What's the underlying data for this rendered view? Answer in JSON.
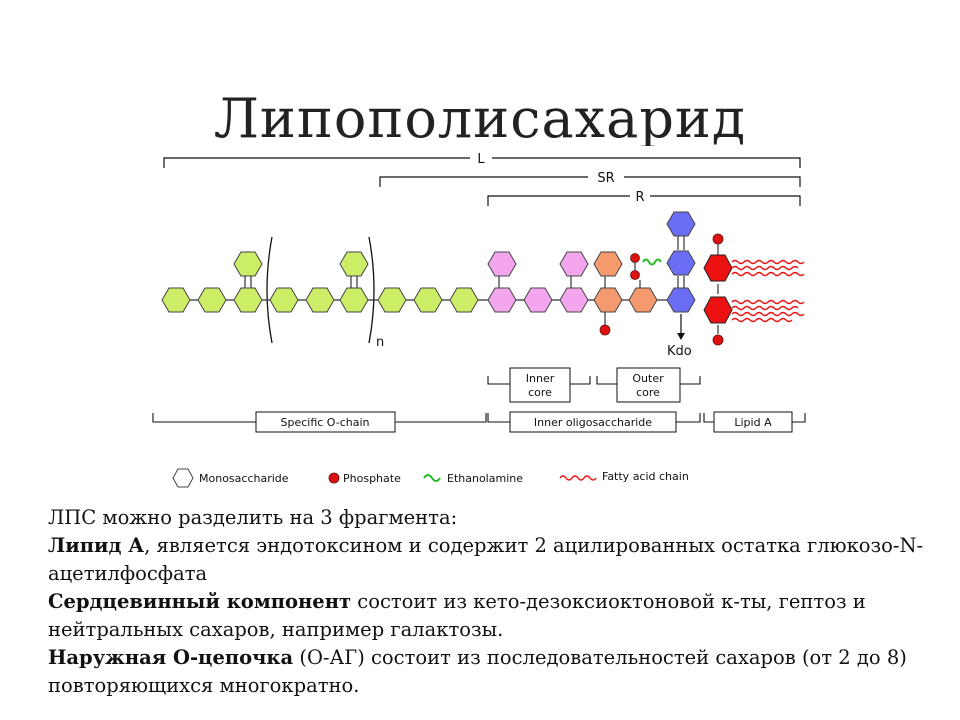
{
  "slide": {
    "title": "Липополисахарид"
  },
  "diagram": {
    "bracket_labels": {
      "L": "L",
      "SR": "SR",
      "R": "R"
    },
    "repeat_label": "n",
    "kdo_label": "Kdo",
    "core_boxes": {
      "inner": "Inner core",
      "outer": "Outer core"
    },
    "regions": {
      "o_chain": "Specific O-chain",
      "inner_oligo": "Inner oligosaccharide",
      "lipid_a": "Lipid A"
    },
    "legend": {
      "monosaccharide": "Monosaccharide",
      "phosphate": "Phosphate",
      "ethanolamine": "Ethanolamine",
      "fatty_acid": "Fatty acid chain"
    },
    "colors": {
      "o_chain_sugar": "#ccee66",
      "inner_sugar": "#f3a6ee",
      "outer_sugar": "#f59a6e",
      "heptose": "#6a6ef5",
      "lipid": "#ee1111",
      "phosphate": "#dd1111",
      "ethanolamine": "#22bb22",
      "fatty_acid": "#ee1111"
    }
  },
  "text": {
    "intro": "ЛПС можно разделить на 3 фрагмента:",
    "lipid_a_term": "Липид А",
    "lipid_a_desc": ", является эндотоксином и содержит 2 ацилированных остатка глюкозо-N-ацетилфосфата",
    "core_term": "Сердцевинный компонент",
    "core_desc": " состоит из кето-дезоксиоктоновой к-ты, гептоз и нейтральных сахаров, например галактозы.",
    "ochain_term": "Наружная О-цепочка",
    "ochain_desc": " (О-АГ) состоит из последовательностей сахаров (от 2 до 8) повторяющихся многократно."
  }
}
